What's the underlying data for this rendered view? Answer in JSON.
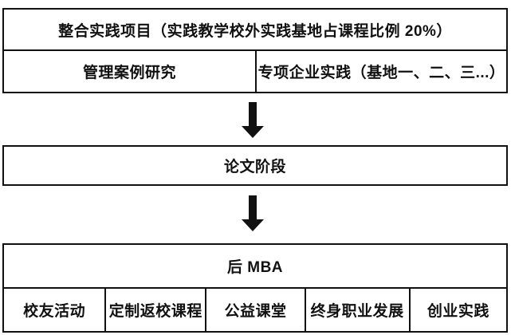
{
  "colors": {
    "background": "#ffffff",
    "border": "#111111",
    "text": "#111111",
    "arrow": "#111111"
  },
  "practice_table": {
    "header": "整合实践项目（实践教学校外实践基地占课程比例 20%）",
    "cells": [
      {
        "label": "管理案例研究"
      },
      {
        "label": "专项企业实践（基地一、二、三...）"
      }
    ]
  },
  "thesis_box": {
    "label": "论文阶段"
  },
  "post_mba_table": {
    "header": "后 MBA",
    "cells": [
      {
        "label": "校友活动"
      },
      {
        "label": "定制返校课程"
      },
      {
        "label": "公益课堂"
      },
      {
        "label": "终身职业发展"
      },
      {
        "label": "创业实践"
      }
    ]
  }
}
